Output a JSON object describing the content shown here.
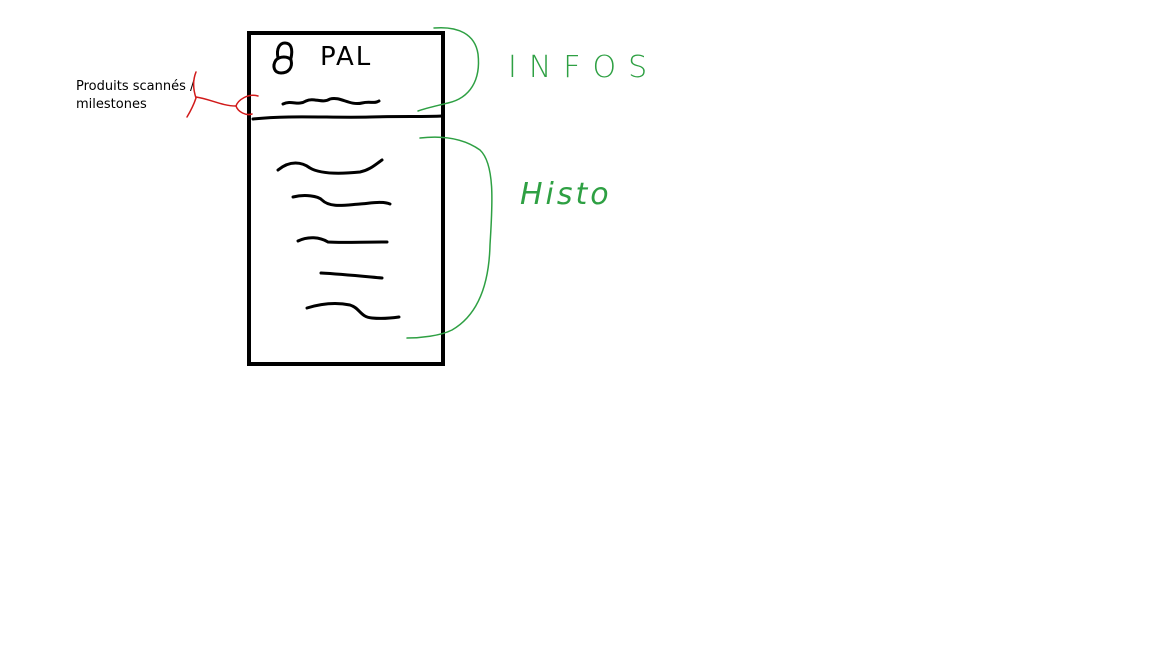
{
  "mockup": {
    "title": "PAL",
    "lock_icon": "lock-icon",
    "info_line_count": 1,
    "history_line_count": 5
  },
  "annotations": {
    "left_note": [
      "Produits scannés /",
      "milestones"
    ],
    "infos": "INFOS",
    "histo": "Histo"
  },
  "colors": {
    "ink": "#000000",
    "annotation_green": "#2ea043",
    "annotation_red": "#d11a1a"
  }
}
